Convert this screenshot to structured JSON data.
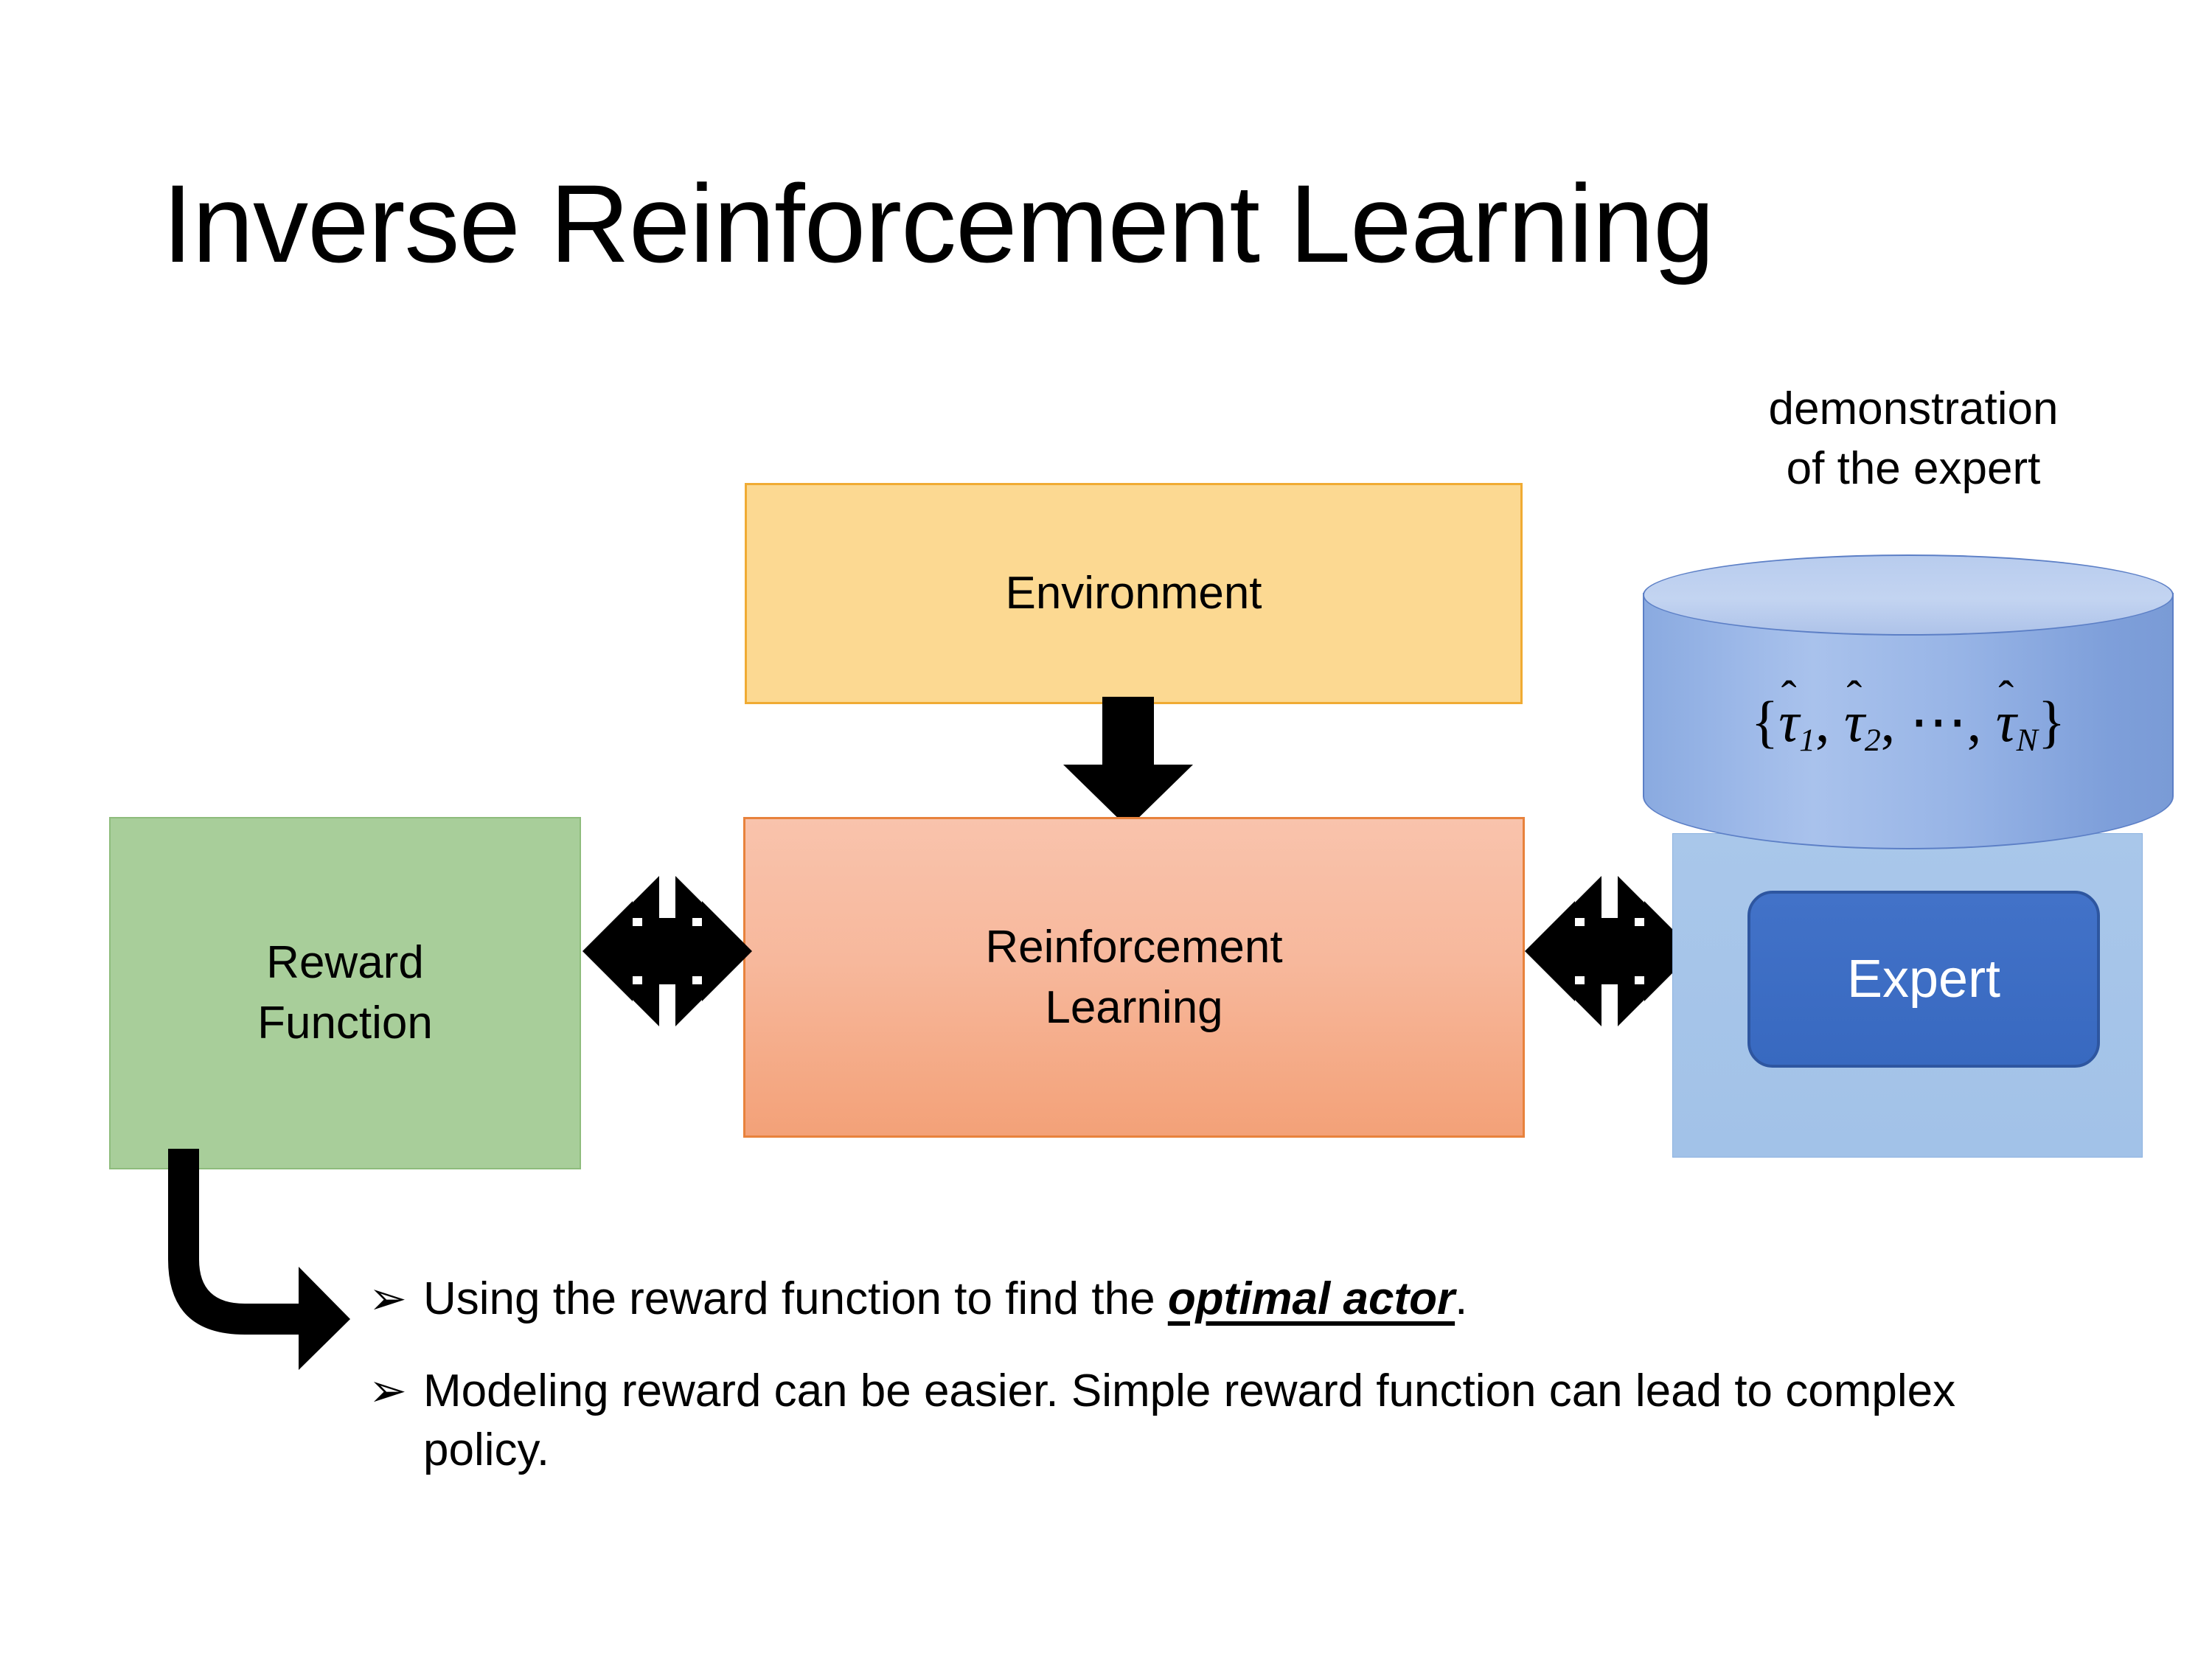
{
  "slide": {
    "title": "Inverse Reinforcement Learning",
    "background_color": "#FFFFFF"
  },
  "diagram": {
    "environment_box": {
      "label": "Environment",
      "fill_color": "#FCD992",
      "border_color": "#F0AB33"
    },
    "rl_box": {
      "label_line1": "Reinforcement",
      "label_line2": "Learning",
      "fill_color_top": "#F9C3AC",
      "fill_color_bottom": "#F3A178",
      "border_color": "#E8823C"
    },
    "reward_box": {
      "label_line1": "Reward",
      "label_line2": "Function",
      "fill_color": "#A8CE9A",
      "border_color": "#8EBC7C"
    },
    "expert_group": {
      "caption_line1": "demonstration",
      "caption_line2": "of the expert",
      "cylinder_formula_open": "{",
      "cylinder_formula_tau": "τ",
      "cylinder_formula_hat": "̂",
      "cylinder_formula_sub1": "1",
      "cylinder_formula_sub2": "2",
      "cylinder_formula_subN": "N",
      "cylinder_formula_dots": "⋯",
      "cylinder_formula_comma": ",",
      "cylinder_formula_close": "}",
      "cylinder_formula_plain": "{τ̂1, τ̂2, ⋯, τ̂N}",
      "panel_fill_color": "#A8C5E8",
      "cylinder_fill_color": "#8FAEE0",
      "expert_chip_label": "Expert",
      "expert_chip_fill_color": "#3A6CC8",
      "expert_chip_text_color": "#FFFFFF"
    },
    "arrows": [
      {
        "name": "environment-to-rl",
        "direction": "down",
        "color": "#000000"
      },
      {
        "name": "reward-rl-link",
        "direction": "four-way",
        "color": "#000000"
      },
      {
        "name": "rl-expert-link",
        "direction": "four-way",
        "color": "#000000"
      },
      {
        "name": "reward-to-bullets",
        "direction": "elbow-down-right",
        "color": "#000000"
      }
    ]
  },
  "bullets": {
    "marker": "➢",
    "items": [
      {
        "text_before": "Using the reward function to find the ",
        "emphasis": "optimal actor",
        "text_after": "."
      },
      {
        "text_before": "Modeling reward can be easier. Simple reward function can lead to complex policy.",
        "emphasis": "",
        "text_after": ""
      }
    ]
  }
}
